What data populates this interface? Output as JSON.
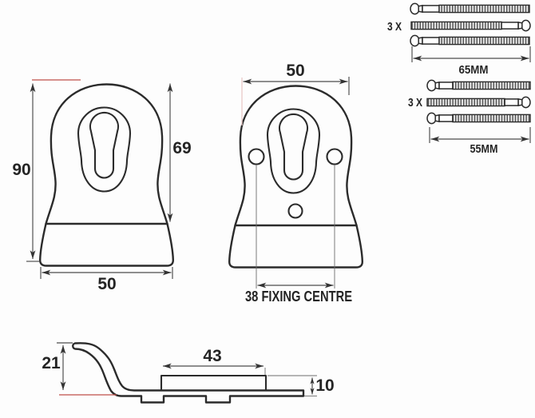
{
  "drawing": {
    "front_view": {
      "overall_height": "90",
      "face_height": "69",
      "width": "50"
    },
    "fixing_view": {
      "width": "50",
      "fixing_centre": "38 FIXING CENTRE"
    },
    "profile_view": {
      "height": "21",
      "boss_width": "43",
      "thickness": "10"
    },
    "screws_long": {
      "quantity": "3 X",
      "length": "65MM"
    },
    "screws_short": {
      "quantity": "3 X",
      "length": "55MM"
    }
  },
  "colors": {
    "line": "#2b2b2b",
    "dimension_line": "#4b4b4b",
    "accent_red": "#c0504a",
    "accent_pink": "#eac9c7",
    "background": "#fdfdfd"
  }
}
